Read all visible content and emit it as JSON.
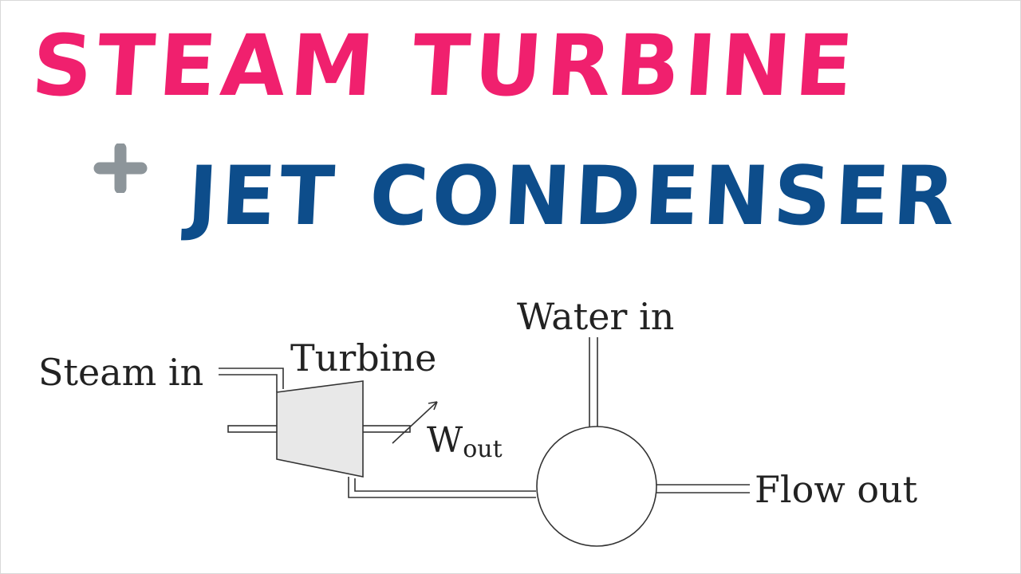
{
  "headline": {
    "line1": "STEAM TURBINE",
    "plus_symbol": "+",
    "line2": "JET CONDENSER"
  },
  "diagram": {
    "steam_in": "Steam in",
    "turbine": "Turbine",
    "work_out_main": "W",
    "work_out_sub": "out",
    "water_in": "Water in",
    "flow_out": "Flow out"
  },
  "colors": {
    "line1": "#f0206e",
    "line2": "#0d4d8b",
    "plus": "#8d959a",
    "stroke": "#333333",
    "turbine_fill": "#e8e8e8"
  }
}
